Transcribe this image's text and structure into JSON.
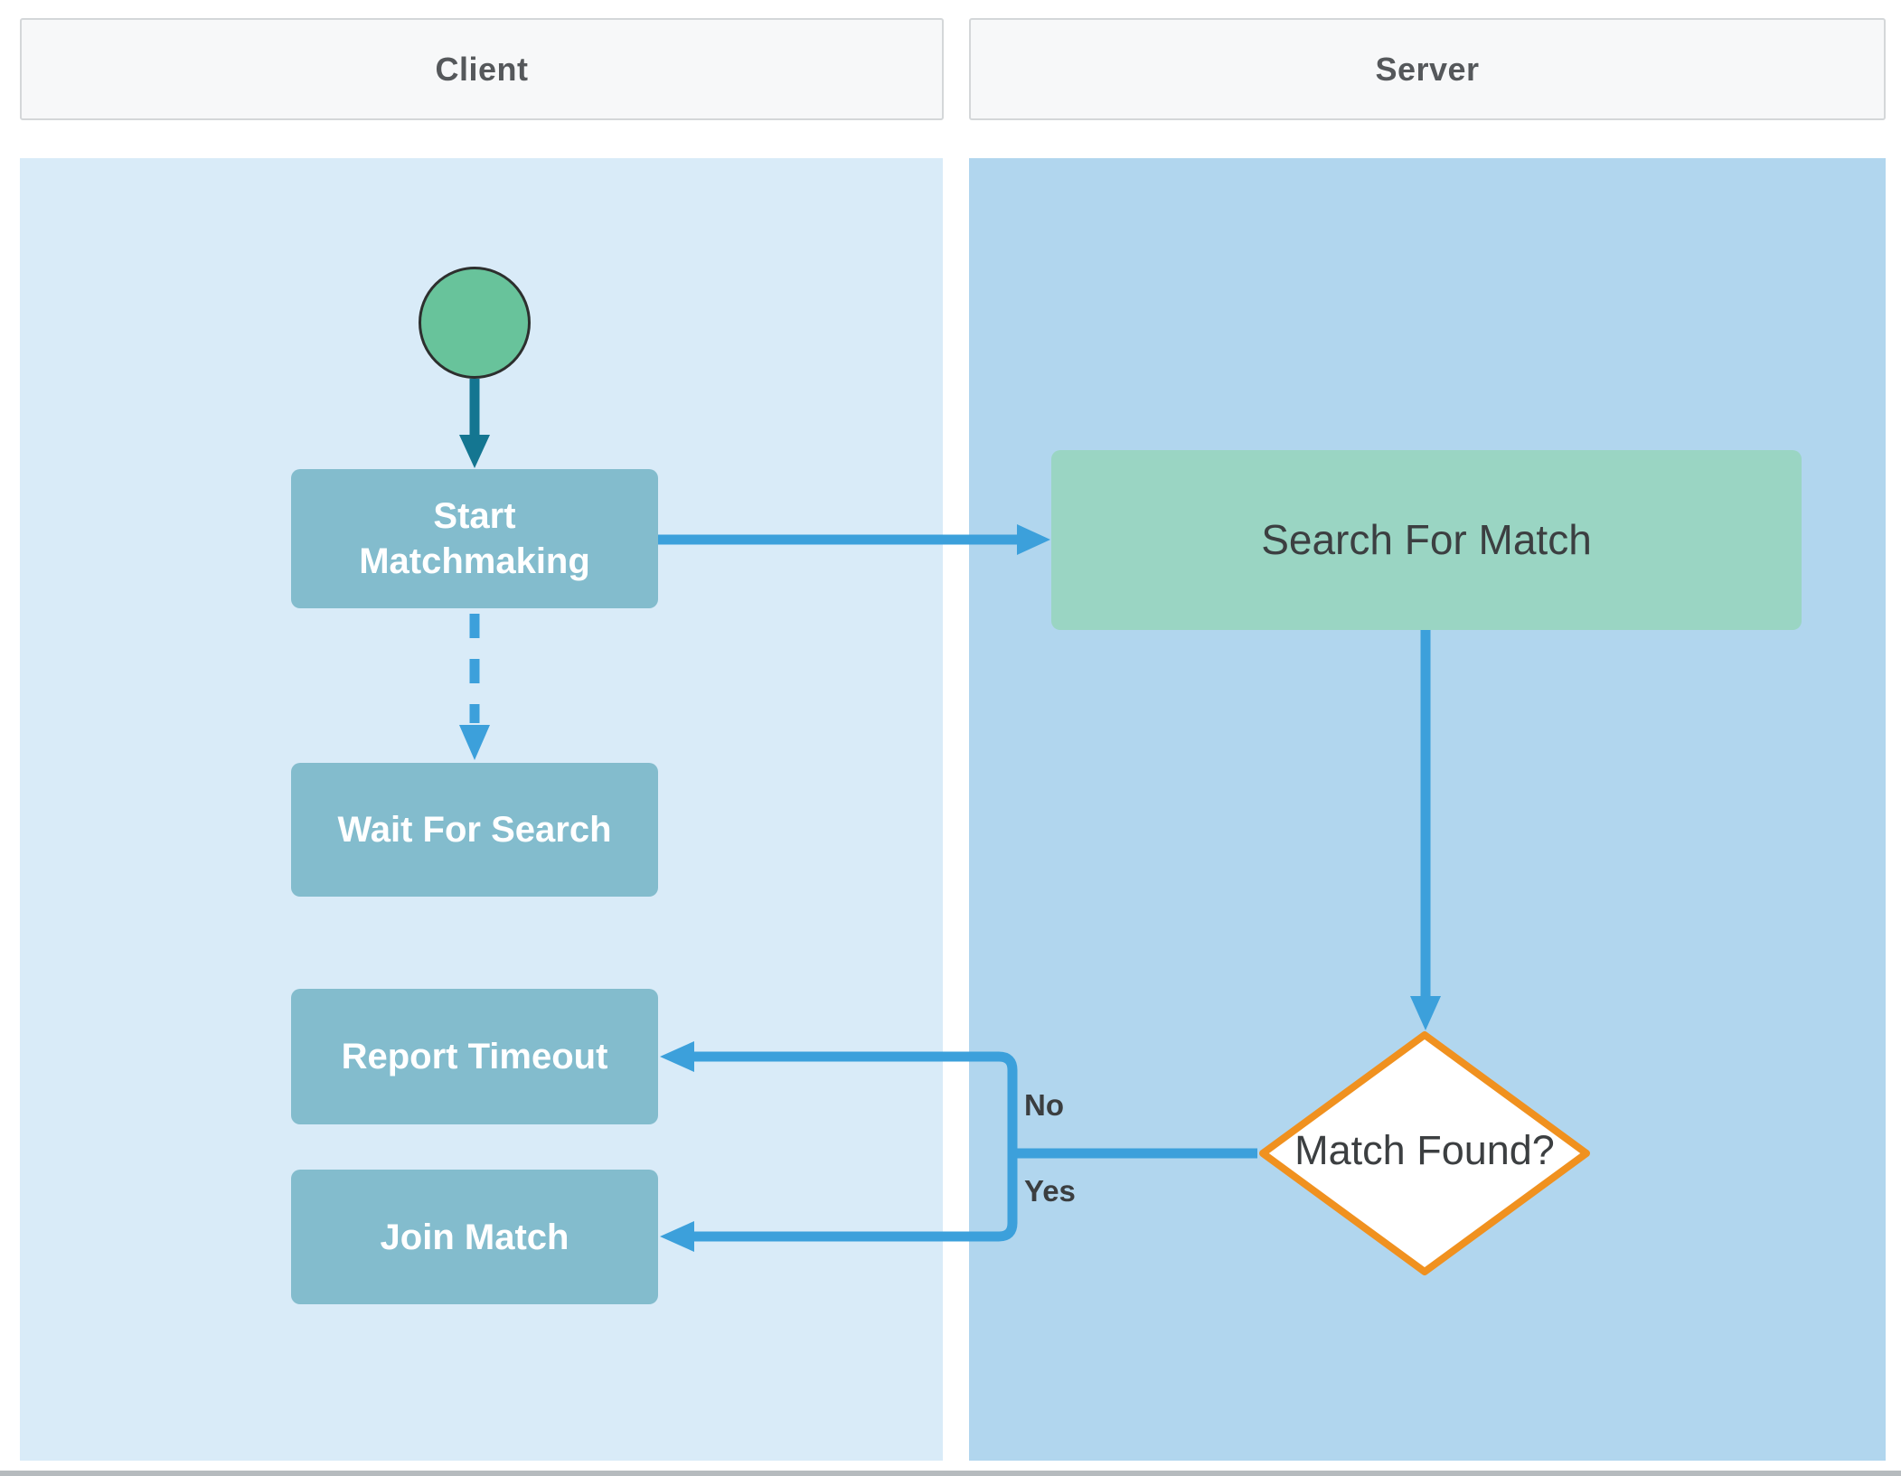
{
  "diagram": {
    "lanes": {
      "client": {
        "label": "Client"
      },
      "server": {
        "label": "Server"
      }
    },
    "nodes": {
      "start": {
        "shape": "circle",
        "fill": "#68c39b",
        "lane": "Client"
      },
      "start_matchmaking": {
        "label": "Start Matchmaking",
        "lane": "Client",
        "fill": "#83bccd"
      },
      "wait_for_search": {
        "label": "Wait For Search",
        "lane": "Client",
        "fill": "#83bccd"
      },
      "report_timeout": {
        "label": "Report Timeout",
        "lane": "Client",
        "fill": "#83bccd"
      },
      "join_match": {
        "label": "Join Match",
        "lane": "Client",
        "fill": "#83bccd"
      },
      "search_for_match": {
        "label": "Search For Match",
        "lane": "Server",
        "fill": "#9ad5c3"
      },
      "match_found": {
        "label": "Match Found?",
        "shape": "diamond",
        "lane": "Server",
        "fill": "#ffffff",
        "border": "#f0911f"
      }
    },
    "edges": [
      {
        "from": "start",
        "to": "start_matchmaking",
        "style": "solid",
        "color": "#147691"
      },
      {
        "from": "start_matchmaking",
        "to": "search_for_match",
        "style": "solid",
        "color": "#3ca0db"
      },
      {
        "from": "start_matchmaking",
        "to": "wait_for_search",
        "style": "dashed",
        "color": "#3ca0db"
      },
      {
        "from": "search_for_match",
        "to": "match_found",
        "style": "solid",
        "color": "#3ca0db"
      },
      {
        "from": "match_found",
        "to": "report_timeout",
        "style": "solid",
        "color": "#3ca0db",
        "label": "No"
      },
      {
        "from": "match_found",
        "to": "join_match",
        "style": "solid",
        "color": "#3ca0db",
        "label": "Yes"
      }
    ]
  },
  "colors": {
    "page_bg": "#ffffff",
    "header_bg": "#f7f8f9",
    "header_border": "#d4d7d9",
    "header_text": "#55585b",
    "lane_client_bg": "#d9ebf8",
    "lane_server_bg": "#b1d6ee",
    "client_node_fill": "#83bccd",
    "server_node_fill": "#9ad5c3",
    "start_node_fill": "#68c39b",
    "start_node_border": "#2d2f2e",
    "decision_border": "#f0911f",
    "decision_fill": "#ffffff",
    "connector_blue": "#3ca0db",
    "connector_teal": "#147691",
    "node_text_light": "#ffffff",
    "node_text_dark": "#3c3f41",
    "edge_label_text": "#3b3e40",
    "bottom_bar": "#b6bbbe"
  }
}
